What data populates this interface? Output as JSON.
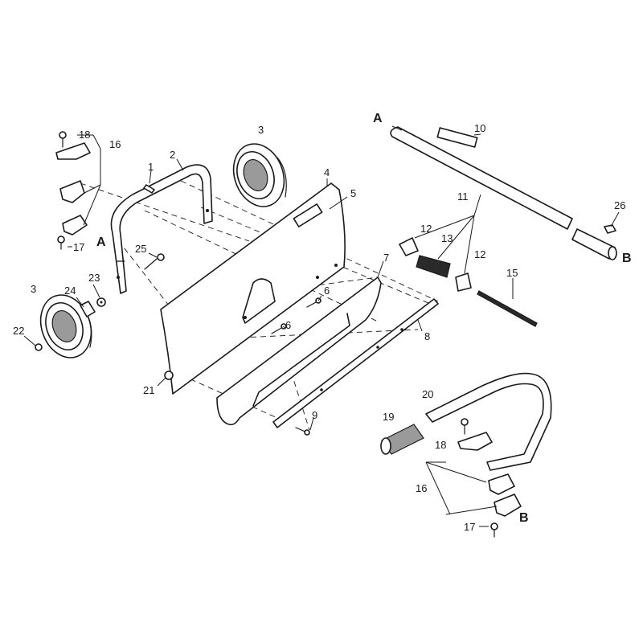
{
  "callouts": {
    "c1": "1",
    "c2": "2",
    "c3a": "3",
    "c3b": "3",
    "c4": "4",
    "c5": "5",
    "c6a": "6",
    "c6b": "6",
    "c7": "7",
    "c8": "8",
    "c9": "9",
    "c10": "10",
    "c11": "11",
    "c12a": "12",
    "c12b": "12",
    "c13": "13",
    "c15": "15",
    "c16a": "16",
    "c16b": "16",
    "c17a": "17",
    "c17b": "17",
    "c18a": "18",
    "c18b": "18",
    "c19": "19",
    "c20": "20",
    "c21": "21",
    "c22": "22",
    "c23": "23",
    "c24": "24",
    "c25": "25",
    "c26": "26"
  },
  "references": {
    "a_left": "A",
    "a_top": "A",
    "b_right": "B",
    "b_bottom": "B"
  }
}
